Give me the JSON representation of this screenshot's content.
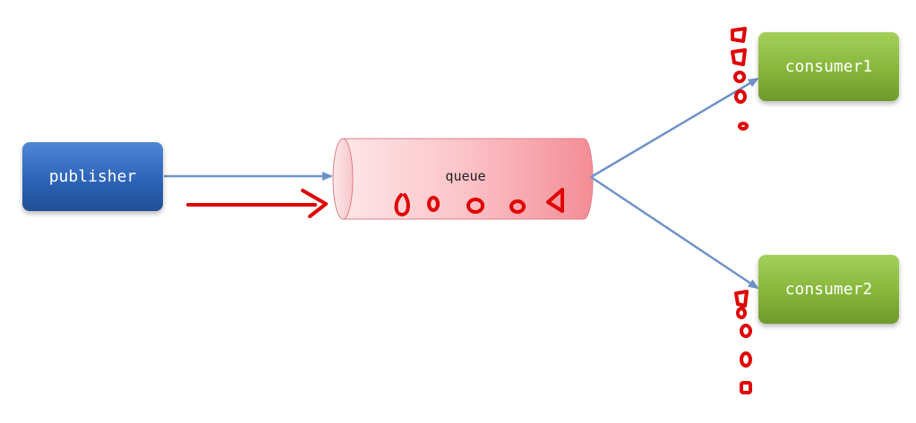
{
  "nodes": {
    "publisher": "publisher",
    "queue": "queue",
    "consumer1": "consumer1",
    "consumer2": "consumer2"
  },
  "colors": {
    "publisher": "#2d64b8",
    "consumer": "#86b63a",
    "queue": "#f7a1a8",
    "connector": "#6f92c8",
    "annotation": "#e00000"
  }
}
